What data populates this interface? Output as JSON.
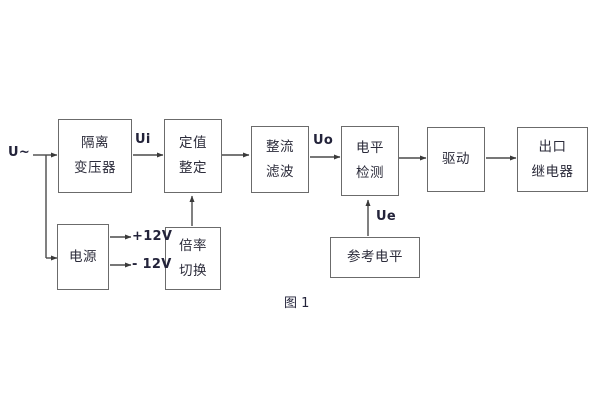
{
  "diagram": {
    "caption": "图 1",
    "blocks": [
      {
        "id": "isolation-transformer",
        "lines": [
          "隔离",
          "变压器"
        ]
      },
      {
        "id": "setting-value",
        "lines": [
          "定值",
          "整定"
        ]
      },
      {
        "id": "rectify-filter",
        "lines": [
          "整流",
          "滤波"
        ]
      },
      {
        "id": "level-detect",
        "lines": [
          "电平",
          "检测"
        ]
      },
      {
        "id": "drive",
        "lines": [
          "驱动"
        ]
      },
      {
        "id": "output-relay",
        "lines": [
          "出口",
          "继电器"
        ]
      },
      {
        "id": "power-supply",
        "lines": [
          "电源"
        ]
      },
      {
        "id": "multiplier-switch",
        "lines": [
          "倍率",
          "切换"
        ]
      },
      {
        "id": "reference-level",
        "lines": [
          "参考电平"
        ]
      }
    ],
    "signal_labels": [
      {
        "id": "input-supply",
        "text": "U~"
      },
      {
        "id": "ui-signal",
        "text": "Ui"
      },
      {
        "id": "uo-signal",
        "text": "Uo"
      },
      {
        "id": "ue-signal",
        "text": "Ue"
      },
      {
        "id": "rail-positive-12v",
        "text": "+12V"
      },
      {
        "id": "rail-negative-12v",
        "text": "- 12V"
      }
    ],
    "colors": {
      "background": "#ffffff",
      "box_border": "#6b6b6b",
      "wire": "#4a4a4a",
      "text": "#23233a"
    }
  }
}
